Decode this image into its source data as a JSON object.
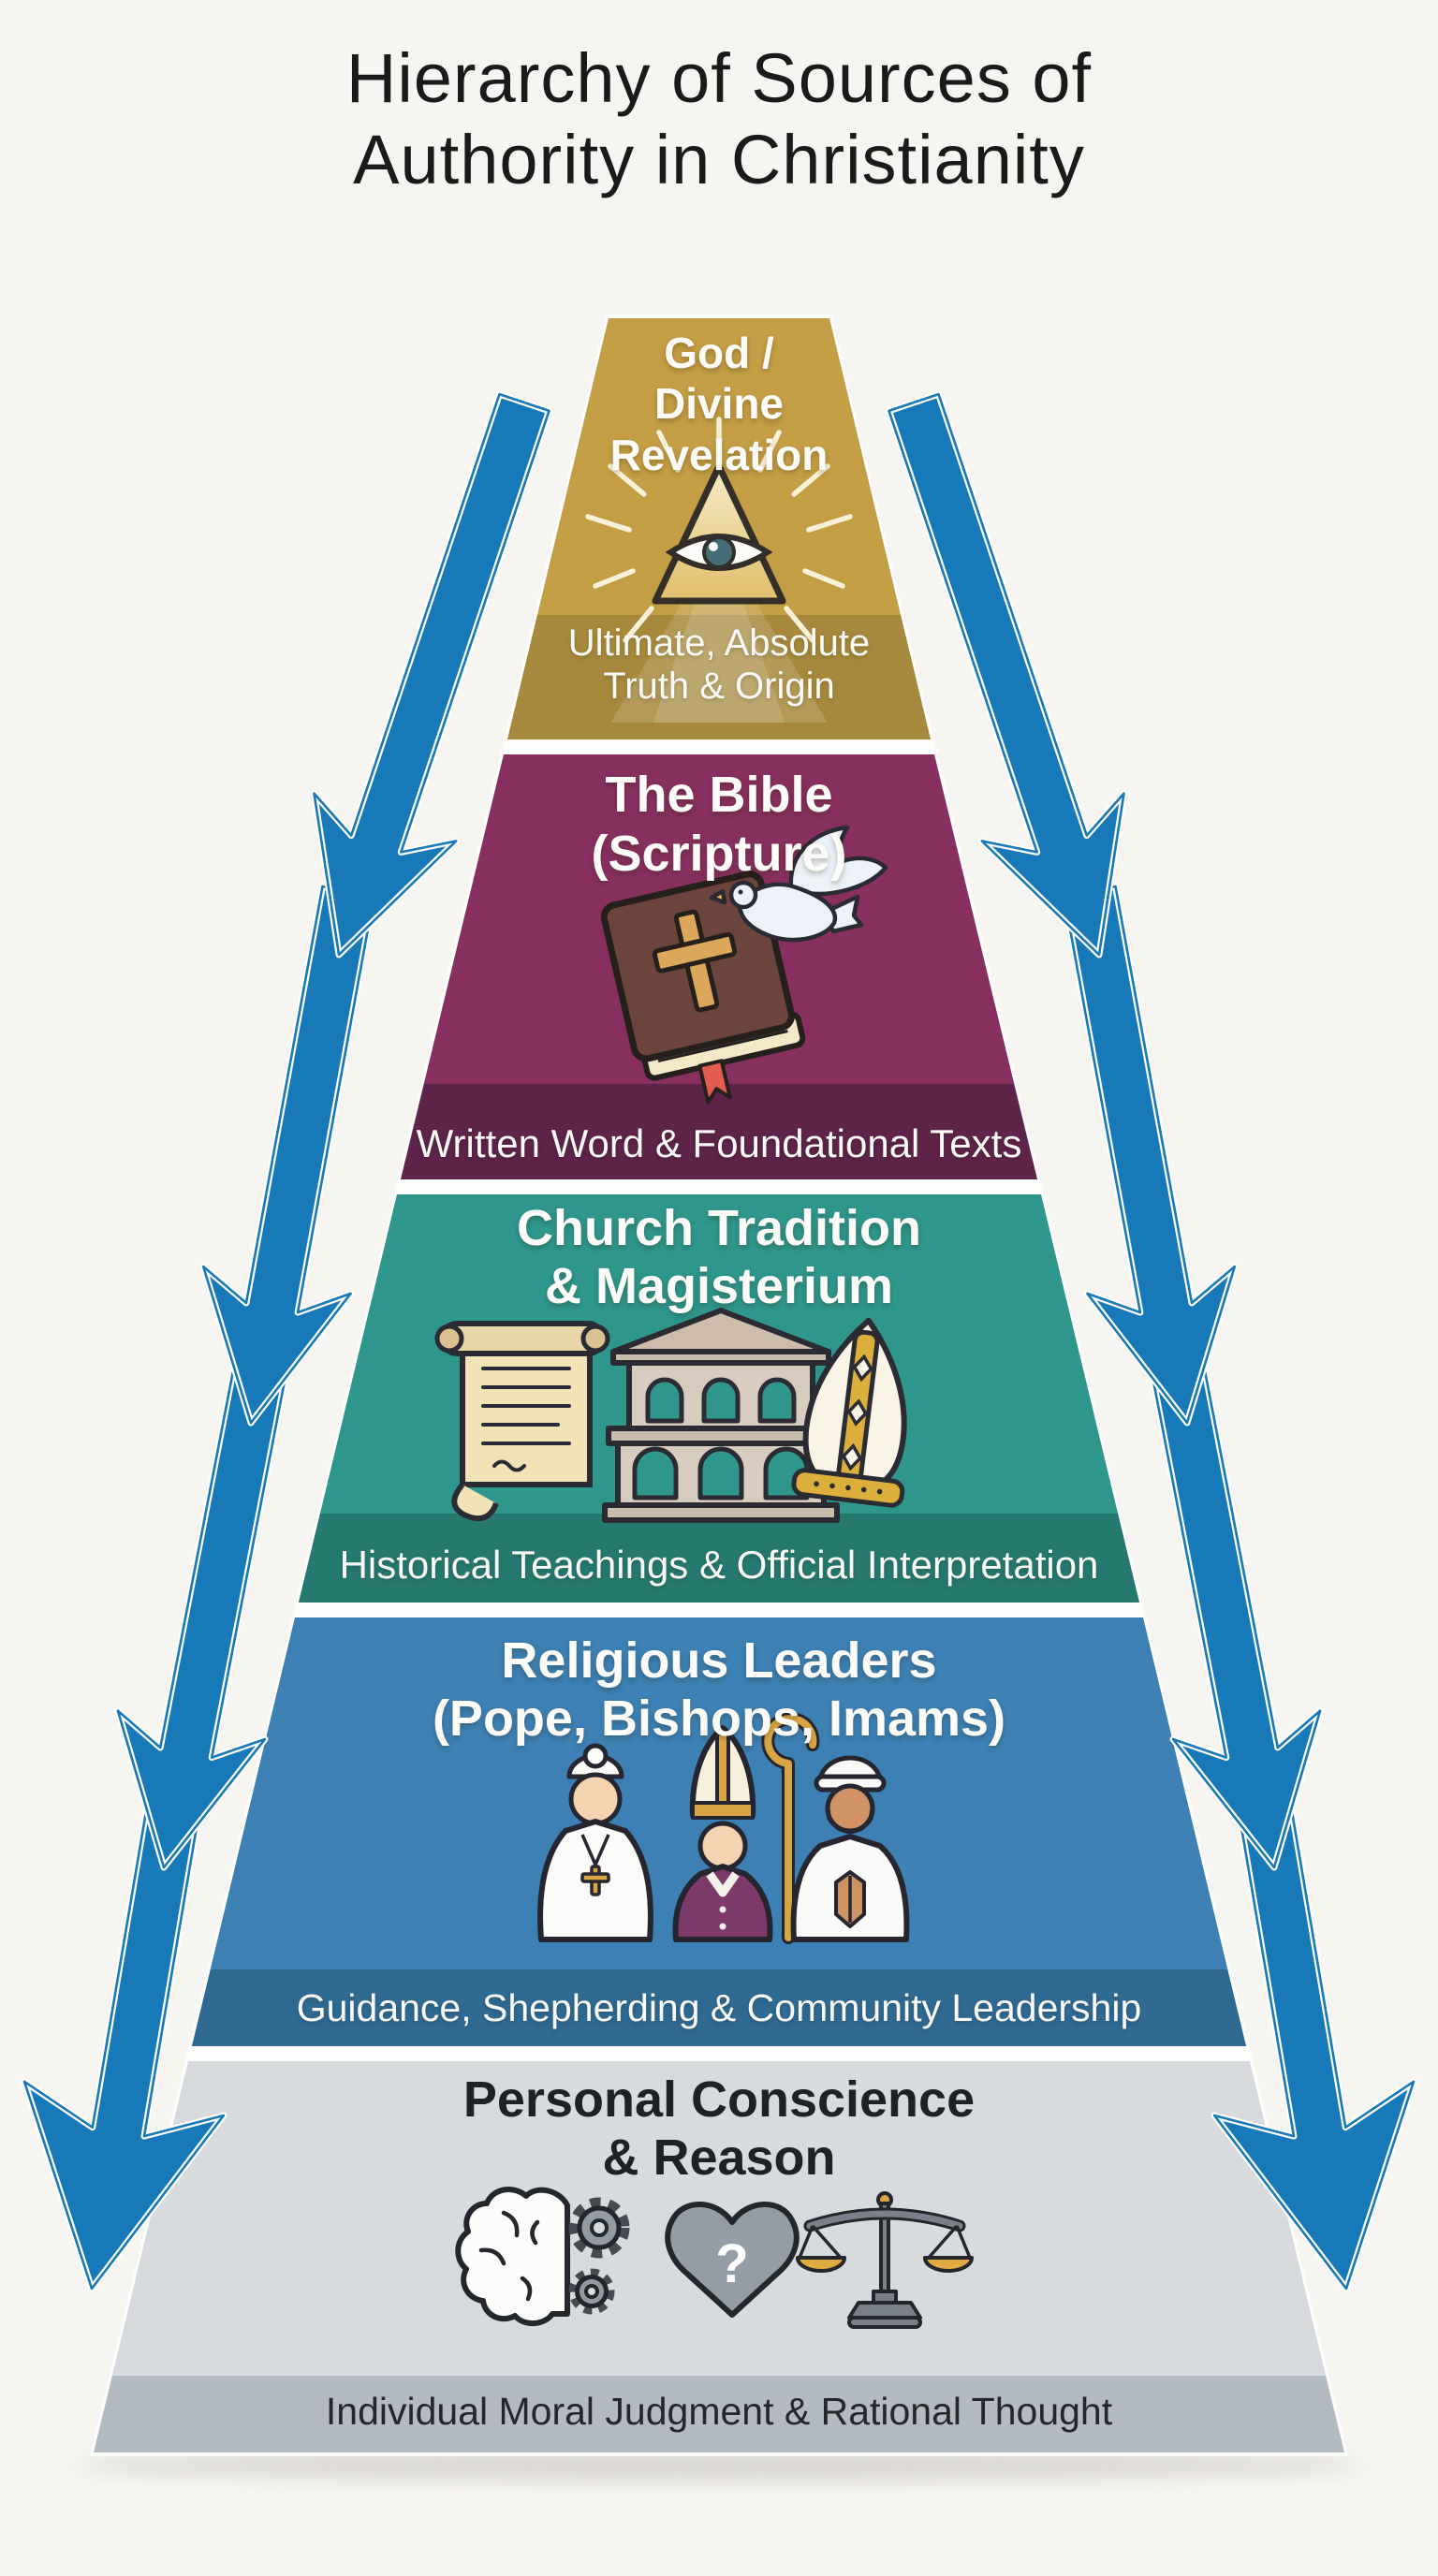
{
  "title": "Hierarchy of Sources of\nAuthority in Christianity",
  "palette": {
    "background": "#F7F5F1",
    "title_text": "#1A1A1A",
    "light_text": "#FDFCF9",
    "dark_text": "#23262B",
    "arrow": "#1879B9"
  },
  "levels": [
    {
      "title": "God /\nDivine\nRevelation",
      "caption": "Ultimate, Absolute\nTruth & Origin",
      "color": "#C49E45",
      "caption_color": "#A6893C",
      "icons": [
        "all-seeing-eye-icon"
      ]
    },
    {
      "title": "The Bible\n(Scripture)",
      "caption": "Written Word & Foundational Texts",
      "color": "#87305F",
      "caption_color": "#5E2449",
      "icons": [
        "bible-icon",
        "dove-icon"
      ]
    },
    {
      "title": "Church Tradition\n& Magisterium",
      "caption": "Historical Teachings & Official Interpretation",
      "color": "#2E968B",
      "caption_color": "#26796F",
      "icons": [
        "scroll-icon",
        "church-icon",
        "mitre-icon"
      ]
    },
    {
      "title": "Religious Leaders\n(Pope, Bishops, Imams)",
      "caption": "Guidance, Shepherding & Community Leadership",
      "color": "#3C80B4",
      "caption_color": "#2F6A93",
      "icons": [
        "pope-icon",
        "bishop-icon",
        "imam-icon"
      ]
    },
    {
      "title": "Personal Conscience\n& Reason",
      "caption": "Individual Moral Judgment & Rational Thought",
      "color": "#D7DBDE",
      "caption_color": "#B3BAC1",
      "icons": [
        "brain-gears-icon",
        "heart-question-icon",
        "scales-icon"
      ],
      "heart_glyph": "?"
    }
  ]
}
